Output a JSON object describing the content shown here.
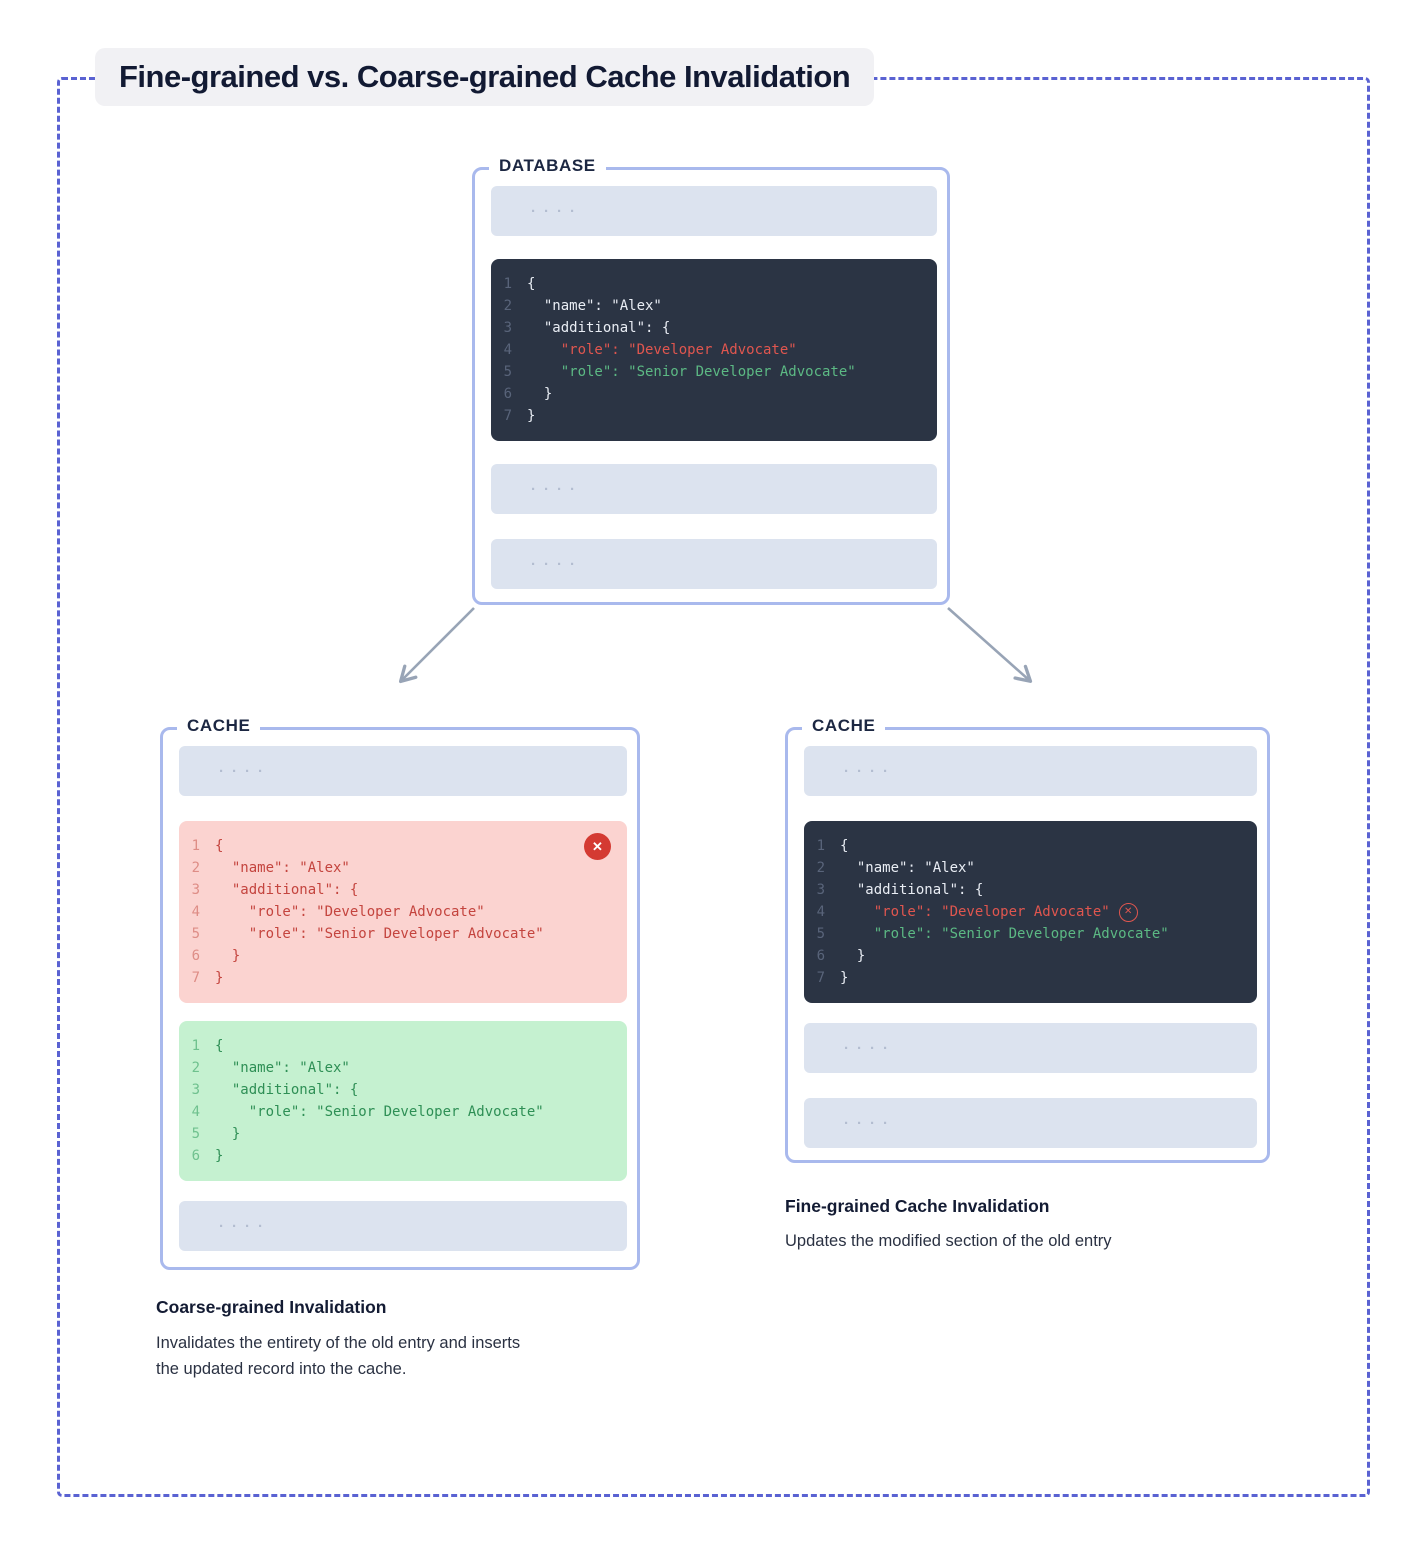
{
  "title": "Fine-grained vs. Coarse-grained Cache Invalidation",
  "colors": {
    "frame_dashed": "#5a62d2",
    "panel_border": "#a9b9ed",
    "placeholder_bg": "#dce3ef",
    "dark_code_bg": "#2b3444",
    "red_highlight": "#e0564f",
    "green_highlight": "#5cb984",
    "invalid_block_bg": "#fbd3d0",
    "invalid_block_text": "#c4443e",
    "new_block_bg": "#c5f1d0",
    "new_block_text": "#2e8f55",
    "x_badge_bg": "#d43a32",
    "arrow": "#98a4b6"
  },
  "icons": {
    "invalid_x": "✕",
    "line_x": "✕"
  },
  "database": {
    "label": "DATABASE",
    "placeholder_dots": "····",
    "code": [
      {
        "n": "1",
        "t": "{",
        "c": ""
      },
      {
        "n": "2",
        "t": "  \"name\": \"Alex\"",
        "c": ""
      },
      {
        "n": "3",
        "t": "  \"additional\": {",
        "c": ""
      },
      {
        "n": "4",
        "t": "    \"role\": \"Developer Advocate\"",
        "c": "red"
      },
      {
        "n": "5",
        "t": "    \"role\": \"Senior Developer Advocate\"",
        "c": "green"
      },
      {
        "n": "6",
        "t": "  }",
        "c": ""
      },
      {
        "n": "7",
        "t": "}",
        "c": ""
      }
    ]
  },
  "cache_left": {
    "label": "CACHE",
    "placeholder_dots": "····",
    "invalid_entry": [
      {
        "n": "1",
        "t": "{",
        "c": ""
      },
      {
        "n": "2",
        "t": "  \"name\": \"Alex\"",
        "c": ""
      },
      {
        "n": "3",
        "t": "  \"additional\": {",
        "c": ""
      },
      {
        "n": "4",
        "t": "    \"role\": \"Developer Advocate\"",
        "c": ""
      },
      {
        "n": "5",
        "t": "    \"role\": \"Senior Developer Advocate\"",
        "c": ""
      },
      {
        "n": "6",
        "t": "  }",
        "c": ""
      },
      {
        "n": "7",
        "t": "}",
        "c": ""
      }
    ],
    "new_entry": [
      {
        "n": "1",
        "t": "{",
        "c": ""
      },
      {
        "n": "2",
        "t": "  \"name\": \"Alex\"",
        "c": ""
      },
      {
        "n": "3",
        "t": "  \"additional\": {",
        "c": ""
      },
      {
        "n": "4",
        "t": "    \"role\": \"Senior Developer Advocate\"",
        "c": ""
      },
      {
        "n": "5",
        "t": "  }",
        "c": ""
      },
      {
        "n": "6",
        "t": "}",
        "c": ""
      }
    ],
    "caption_title": "Coarse-grained Invalidation",
    "caption_body": "Invalidates the entirety of the old entry and inserts the updated record into the cache."
  },
  "cache_right": {
    "label": "CACHE",
    "placeholder_dots": "····",
    "code": [
      {
        "n": "1",
        "t": "{",
        "c": ""
      },
      {
        "n": "2",
        "t": "  \"name\": \"Alex\"",
        "c": ""
      },
      {
        "n": "3",
        "t": "  \"additional\": {",
        "c": ""
      },
      {
        "n": "4",
        "t": "    \"role\": \"Developer Advocate\"",
        "c": "red",
        "badge": "x-circle"
      },
      {
        "n": "5",
        "t": "    \"role\": \"Senior Developer Advocate\"",
        "c": "green"
      },
      {
        "n": "6",
        "t": "  }",
        "c": ""
      },
      {
        "n": "7",
        "t": "}",
        "c": ""
      }
    ],
    "caption_title": "Fine-grained Cache Invalidation",
    "caption_body": "Updates the modified section of the old entry"
  }
}
